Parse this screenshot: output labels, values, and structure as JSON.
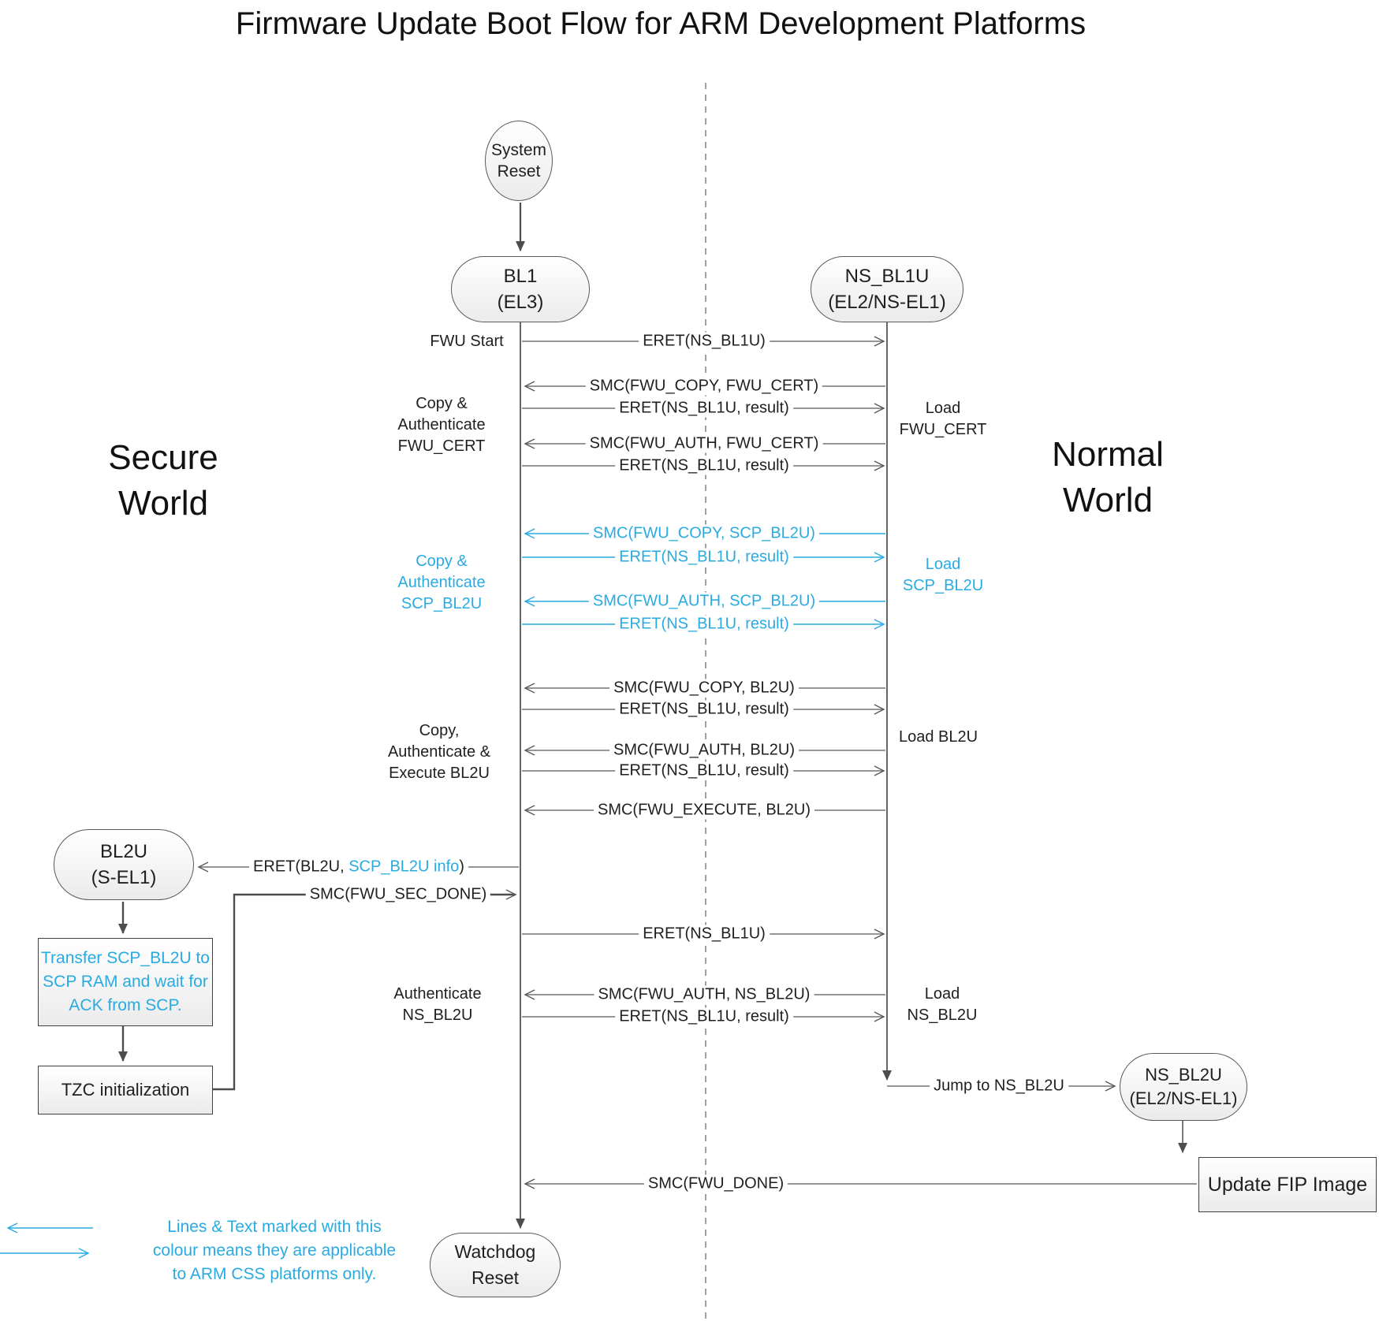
{
  "title": "Firmware Update Boot Flow for ARM Development Platforms",
  "colors": {
    "accent_blue": "#29ABE2",
    "line_gray": "#737373",
    "flow_dark": "#4d4d4d"
  },
  "world_labels": {
    "secure": [
      "Secure",
      "World"
    ],
    "normal": [
      "Normal",
      "World"
    ]
  },
  "nodes": {
    "system_reset": [
      "System",
      "Reset"
    ],
    "bl1": [
      "BL1",
      "(EL3)"
    ],
    "ns_bl1u": [
      "NS_BL1U",
      "(EL2/NS-EL1)"
    ],
    "bl2u": [
      "BL2U",
      "(S-EL1)"
    ],
    "ns_bl2u": [
      "NS_BL2U",
      "(EL2/NS-EL1)"
    ],
    "watchdog_reset": "Watchdog Reset",
    "transfer_scp": [
      "Transfer SCP_BL2U to",
      "SCP RAM and wait for",
      "ACK from SCP."
    ],
    "tzc_init": "TZC initialization",
    "update_fip": "Update FIP Image"
  },
  "messages": {
    "eret_ns_bl1u_1": "ERET(NS_BL1U)",
    "smc_copy_fwu_cert": "SMC(FWU_COPY, FWU_CERT)",
    "eret_result_1": "ERET(NS_BL1U, result)",
    "smc_auth_fwu_cert": "SMC(FWU_AUTH, FWU_CERT)",
    "eret_result_2": "ERET(NS_BL1U, result)",
    "smc_copy_scp_bl2u": "SMC(FWU_COPY, SCP_BL2U)",
    "eret_result_3": "ERET(NS_BL1U, result)",
    "smc_auth_scp_bl2u": "SMC(FWU_AUTH, SCP_BL2U)",
    "eret_result_4": "ERET(NS_BL1U, result)",
    "smc_copy_bl2u": "SMC(FWU_COPY, BL2U)",
    "eret_result_5": "ERET(NS_BL1U, result)",
    "smc_auth_bl2u": "SMC(FWU_AUTH, BL2U)",
    "eret_result_6": "ERET(NS_BL1U, result)",
    "smc_execute_bl2u": "SMC(FWU_EXECUTE, BL2U)",
    "eret_bl2u_part1": "ERET(BL2U, ",
    "eret_bl2u_part2": "SCP_BL2U info",
    "eret_bl2u_part3": ")",
    "smc_fwu_sec_done": "SMC(FWU_SEC_DONE)",
    "eret_ns_bl1u_2": "ERET(NS_BL1U)",
    "smc_auth_ns_bl2u": "SMC(FWU_AUTH, NS_BL2U)",
    "eret_result_7": "ERET(NS_BL1U, result)",
    "jump_to_ns_bl2u": "Jump to NS_BL2U",
    "smc_fwu_done": "SMC(FWU_DONE)"
  },
  "side_labels": {
    "fwu_start": "FWU Start",
    "copy_auth_fwu_cert": [
      "Copy &",
      "Authenticate",
      "FWU_CERT"
    ],
    "load_fwu_cert": [
      "Load",
      "FWU_CERT"
    ],
    "copy_auth_scp_bl2u": [
      "Copy &",
      "Authenticate",
      "SCP_BL2U"
    ],
    "load_scp_bl2u": [
      "Load",
      "SCP_BL2U"
    ],
    "copy_auth_exec_bl2u": [
      "Copy,",
      "Authenticate &",
      "Execute BL2U"
    ],
    "load_bl2u": "Load BL2U",
    "authenticate_ns_bl2u": [
      "Authenticate",
      "NS_BL2U"
    ],
    "load_ns_bl2u": [
      "Load",
      "NS_BL2U"
    ]
  },
  "legend": {
    "lines": [
      "Lines & Text marked with this",
      "colour means they are applicable",
      "to ARM CSS platforms only."
    ]
  }
}
